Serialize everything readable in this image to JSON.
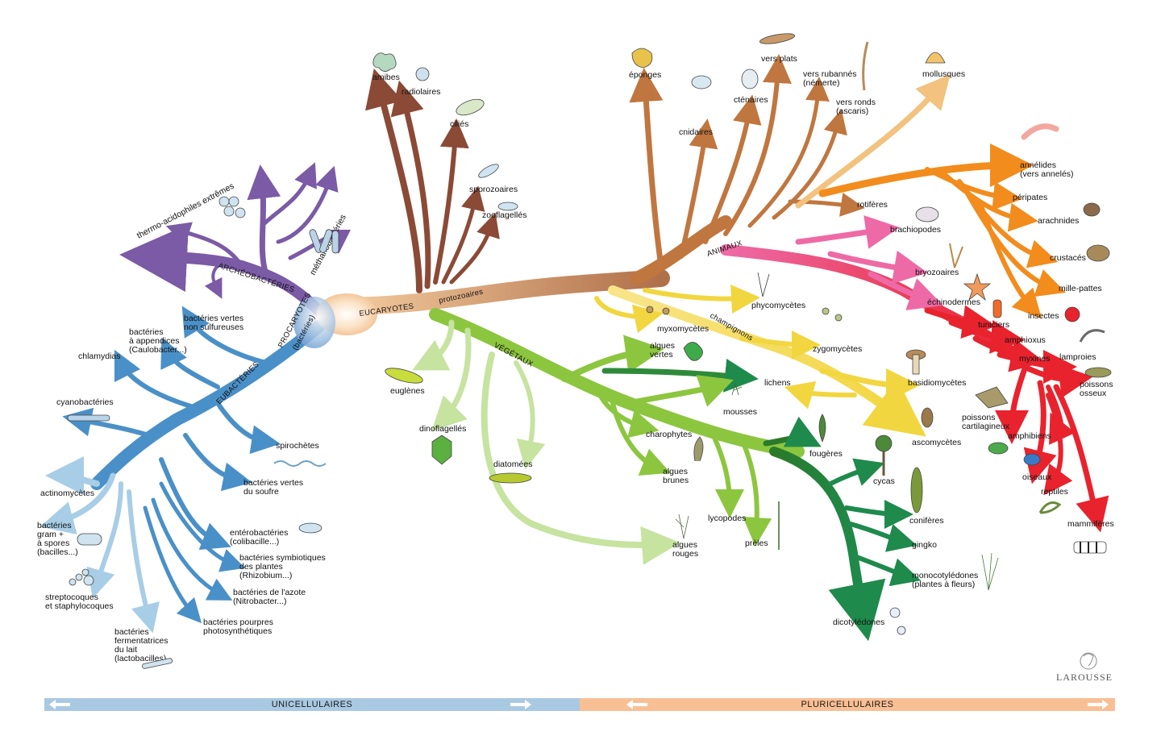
{
  "colors": {
    "archaea": "#7b5aa6",
    "eubacteria": "#4a90c8",
    "eubacteria_light": "#a8cde6",
    "protozoa": "#8b4a36",
    "eukaryote_core": "#f3c79a",
    "animals": "#c0763f",
    "fungi": "#f2d640",
    "plants": "#8cc63f",
    "plants_light": "#c6e3a0",
    "land_plants": "#1e8a4c",
    "vertebrates": "#e8232d",
    "arthropods": "#f28c1c",
    "echinoderms": "#ee6aa7",
    "bar_left": "#a9c9e2",
    "bar_right": "#f9bf94"
  },
  "branch_labels": {
    "archeobacteries": "ARCHÉOBACTÉRIES",
    "procaryotes": "PROCARYOTES",
    "bacteries": "(bactéries)",
    "eubacteries": "EUBACTÉRIES",
    "eucaryotes": "EUCARYOTES",
    "protozoaires": "protozoaires",
    "vegetaux": "VÉGÉTAUX",
    "animaux": "ANIMAUX",
    "champignons": "champignons"
  },
  "labels": {
    "thermo": "thermo-acidophiles extrêmes",
    "methano": "méthanobactéries",
    "vertes_ns_1": "bactéries vertes",
    "vertes_ns_2": "non sulfureuses",
    "appendices_1": "bactéries",
    "appendices_2": "à appendices",
    "appendices_3": "(Caulobacter...)",
    "chlamydias": "chlamydias",
    "cyano": "cyanobactéries",
    "spirochetes": "spirochètes",
    "soufre_1": "bactéries vertes",
    "soufre_2": "du soufre",
    "actino": "actinomycètes",
    "gram_1": "bactéries",
    "gram_2": "gram +",
    "gram_3": "à spores",
    "gram_4": "(bacilles...)",
    "strepto_1": "streptocoques",
    "strepto_2": "et staphylocoques",
    "ferment_1": "bactéries",
    "ferment_2": "fermentatrices",
    "ferment_3": "du lait",
    "ferment_4": "(lactobacilles)",
    "entero_1": "entérobactéries",
    "entero_2": "(colibacille...)",
    "symb_1": "bactéries symbiotiques",
    "symb_2": "des plantes",
    "symb_3": "(Rhizobium...)",
    "azote_1": "bactéries de l'azote",
    "azote_2": "(Nitrobacter...)",
    "pourpres_1": "bactéries pourpres",
    "pourpres_2": "photosynthétiques",
    "amibes": "amibes",
    "radiolaires": "radiolaires",
    "cilies": "ciliés",
    "sporozoaires": "sporozoaires",
    "zooflagelles": "zooflagellés",
    "euglenes": "euglènes",
    "dinoflagelles": "dinoflagellés",
    "diatomees": "diatomées",
    "algues_vertes_1": "algues",
    "algues_vertes_2": "vertes",
    "lichens": "lichens",
    "mousses": "mousses",
    "charophytes": "charophytes",
    "algues_brunes_1": "algues",
    "algues_brunes_2": "brunes",
    "algues_rouges_1": "algues",
    "algues_rouges_2": "rouges",
    "lycopodes": "lycopodes",
    "preles": "prèles",
    "fougeres": "fougères",
    "cycas": "cycas",
    "coniferes": "conifères",
    "gingko": "gingko",
    "monocot_1": "monocotylédones",
    "monocot_2": "(plantes à fleurs)",
    "dicot": "dicotylédones",
    "myxo": "myxomycètes",
    "phyco": "phycomycètes",
    "zygo": "zygomycètes",
    "basidio": "basidiomycètes",
    "asco": "ascomycètes",
    "eponges": "éponges",
    "cnidaires": "cnidaires",
    "ctenaires": "cténaires",
    "vers_plats": "vers plats",
    "vers_rub_1": "vers rubannés",
    "vers_rub_2": "(némerte)",
    "vers_ronds_1": "vers ronds",
    "vers_ronds_2": "(ascaris)",
    "mollusques": "mollusques",
    "annelides_1": "annélides",
    "annelides_2": "(vers annelés)",
    "rotiferes": "rotifères",
    "peripates": "péripates",
    "arachnides": "arachnides",
    "brachiopodes": "brachiopodes",
    "crustaces": "crustacés",
    "bryozoaires": "bryozoaires",
    "mille_pattes": "mille-pattes",
    "echinodermes": "échinodermes",
    "insectes": "insectes",
    "tuniciers": "tuniciers",
    "amphioxus": "amphioxus",
    "myxines": "myxines",
    "lamproies": "lamproies",
    "poissons_osseux_1": "poissons",
    "poissons_osseux_2": "osseux",
    "poissons_cart_1": "poissons",
    "poissons_cart_2": "cartilagineux",
    "amphibiens": "amphibiens",
    "oiseaux": "oiseaux",
    "reptiles": "reptiles",
    "mammiferes": "mammifères"
  },
  "footer": {
    "left": "UNICELLULAIRES",
    "right": "PLURICELLULAIRES",
    "brand": "LAROUSSE"
  }
}
